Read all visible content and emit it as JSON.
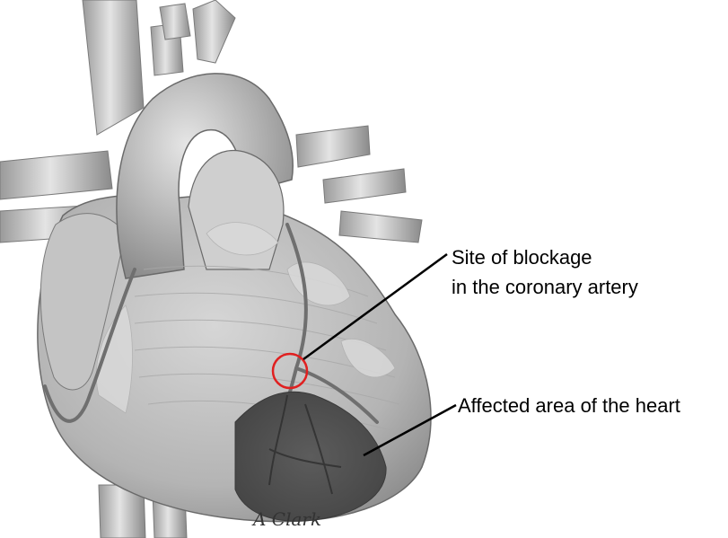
{
  "annotations": {
    "blockage_line1": "Site of blockage",
    "blockage_line2": "in the coronary artery",
    "affected_area": "Affected area of the heart"
  },
  "signature": "A Clark",
  "colors": {
    "highlight_circle": "#e02020",
    "leader_line": "#000000",
    "heart_tissue": "#b8b8b8",
    "affected_tissue": "#555555"
  }
}
